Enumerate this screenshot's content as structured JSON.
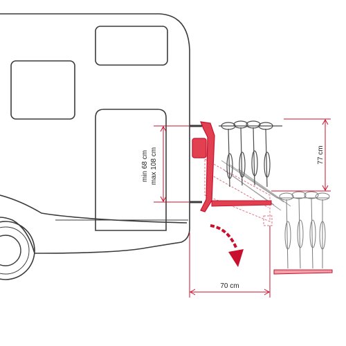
{
  "diagram": {
    "labels": {
      "height_min": "min 68 cm",
      "height_max": "max 108 cm",
      "rack_height": "77 cm",
      "tilt_clearance": "70 cm"
    },
    "colors": {
      "outline": "#3a3a3a",
      "rack": "#c8102e",
      "rack_fill": "#e04050",
      "arrow": "#c8102e",
      "dimension": "#c8102e",
      "bike": "#4a4a4a",
      "ghost_bike": "#9a9a9a"
    }
  }
}
